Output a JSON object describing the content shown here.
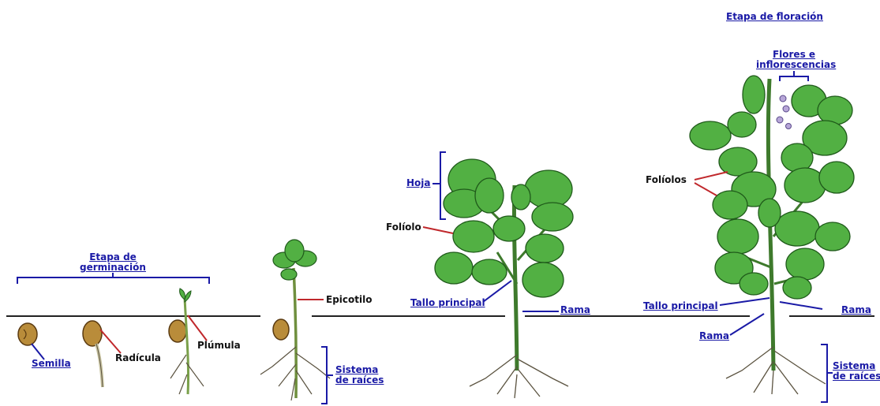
{
  "diagram": {
    "stages": {
      "germination": [
        "Etapa de",
        "germinación"
      ],
      "flowering": "Etapa de floración"
    },
    "labels": {
      "semilla": "Semilla",
      "radicula": "Radícula",
      "plumula": "Plúmula",
      "epicotilo": "Epicotilo",
      "sistema_raices_1": [
        "Sistema",
        "de raíces"
      ],
      "hoja": "Hoja",
      "foliolo": "Folíolo",
      "tallo_principal_1": "Tallo principal",
      "rama_1": "Rama",
      "foliolos": "Folíolos",
      "flores": [
        "Flores e",
        "inflorescencias"
      ],
      "tallo_principal_2": "Tallo principal",
      "rama_2": "Rama",
      "rama_3": "Rama",
      "sistema_raices_2": [
        "Sistema",
        "de raíces"
      ]
    },
    "colors": {
      "leaf": "#52b043",
      "leaf_dark": "#1f5a1a",
      "stem": "#3e7a2c",
      "root": "#5b5340",
      "seed": "#b98c3a",
      "soil_line": "#222222",
      "label_blue": "#1a1aa6",
      "pointer_red": "#c0282c",
      "flower": "#b7a6d8"
    }
  }
}
